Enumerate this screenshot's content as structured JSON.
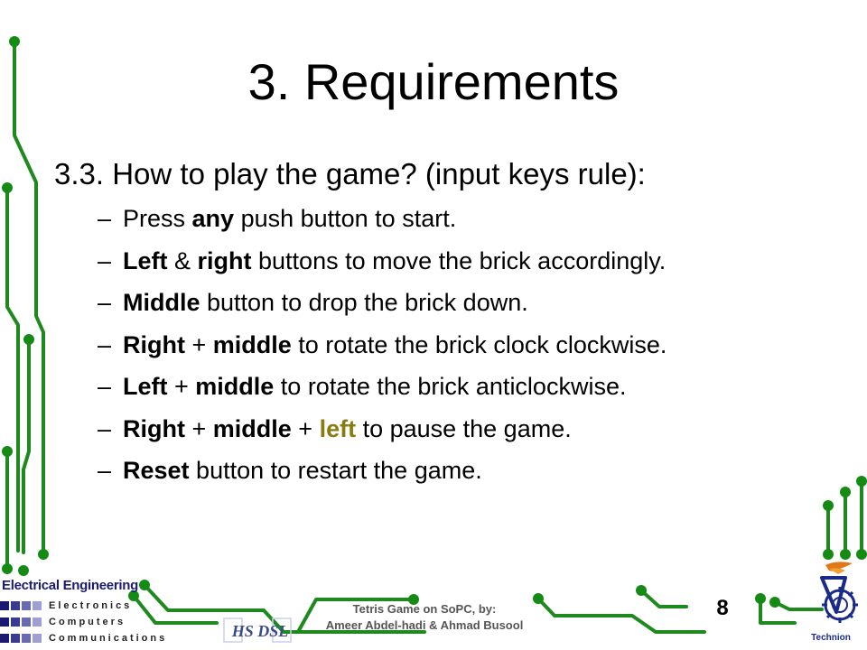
{
  "slide": {
    "title": "3. Requirements",
    "subheading": "3.3. How to play the game? (input keys rule):",
    "bullet_dash": "–",
    "bullets": [
      [
        {
          "t": "Press ",
          "b": false
        },
        {
          "t": "any",
          "b": true
        },
        {
          "t": " push button to start.",
          "b": false
        }
      ],
      [
        {
          "t": "Left",
          "b": true
        },
        {
          "t": " & ",
          "b": false
        },
        {
          "t": "right",
          "b": true
        },
        {
          "t": " buttons to move the brick accordingly.",
          "b": false
        }
      ],
      [
        {
          "t": "Middle",
          "b": true
        },
        {
          "t": " button to drop the brick down.",
          "b": false
        }
      ],
      [
        {
          "t": "Right",
          "b": true
        },
        {
          "t": " + ",
          "b": false
        },
        {
          "t": "middle",
          "b": true
        },
        {
          "t": " to rotate the brick clock clockwise.",
          "b": false
        }
      ],
      [
        {
          "t": "Left",
          "b": true
        },
        {
          "t": " + ",
          "b": false
        },
        {
          "t": "middle",
          "b": true
        },
        {
          "t": " to rotate the brick anticlockwise.",
          "b": false
        }
      ],
      [
        {
          "t": "Right",
          "b": true
        },
        {
          "t": " + ",
          "b": false
        },
        {
          "t": "middle",
          "b": true
        },
        {
          "t": " + ",
          "b": false
        },
        {
          "t": "left",
          "b": true,
          "hl": true
        },
        {
          "t": " to pause the game.",
          "b": false
        }
      ],
      [
        {
          "t": "Reset",
          "b": true
        },
        {
          "t": " button to restart the game.",
          "b": false
        }
      ]
    ]
  },
  "footer": {
    "line1": "Tetris Game on SoPC, by:",
    "line2": "Ameer Abdel-hadi & Ahmad Busool",
    "page_number": "8"
  },
  "logos": {
    "ee_title": "Electrical Engineering",
    "ee_rows": [
      "Electronics",
      "Computers",
      "Communications"
    ],
    "hsdsl": "HS DSL",
    "technion": "Technion"
  },
  "colors": {
    "circuit_green": "#1e8a1e",
    "node_green": "#158a15",
    "highlight_word": "#8a7b10",
    "logo_navy": "#1a1a70"
  }
}
